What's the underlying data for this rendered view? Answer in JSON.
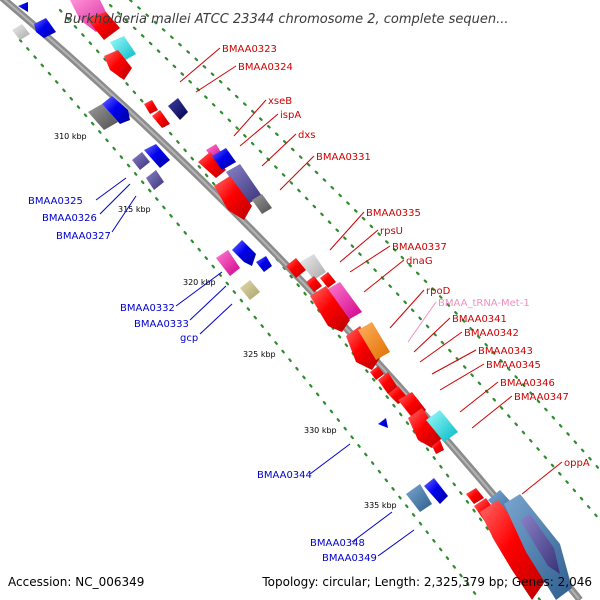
{
  "title": "Burkholderia mallei ATCC 23344 chromosome 2, complete sequen...",
  "footer": {
    "accession": "Accession: NC_006349",
    "summary": "Topology: circular; Length: 2,325,379 bp; Genes: 2,046"
  },
  "colors": {
    "forward_label": "#d00000",
    "reverse_label": "#0000cc",
    "trna_label": "#f090c0",
    "backbone": "#8c8c8c",
    "grid_dots": "#2e8b2e",
    "cds": "#ff0000",
    "other": "#0000ee"
  },
  "ticks": [
    "310 kbp",
    "315 kbp",
    "320 kbp",
    "325 kbp",
    "330 kbp",
    "335 kbp"
  ],
  "labels": {
    "BMAA0323": "BMAA0323",
    "BMAA0324": "BMAA0324",
    "xseB": "xseB",
    "ispA": "ispA",
    "dxs": "dxs",
    "BMAA0331": "BMAA0331",
    "BMAA0325": "BMAA0325",
    "BMAA0326": "BMAA0326",
    "BMAA0327": "BMAA0327",
    "BMAA0335": "BMAA0335",
    "rpsU": "rpsU",
    "BMAA0337": "BMAA0337",
    "dnaG": "dnaG",
    "rpoD": "rpoD",
    "tRNA": "BMAA_tRNA-Met-1",
    "BMAA0341": "BMAA0341",
    "BMAA0342": "BMAA0342",
    "BMAA0343": "BMAA0343",
    "BMAA0345": "BMAA0345",
    "BMAA0346": "BMAA0346",
    "BMAA0347": "BMAA0347",
    "BMAA0332": "BMAA0332",
    "BMAA0333": "BMAA0333",
    "gcp": "gcp",
    "BMAA0344": "BMAA0344",
    "oppA": "oppA",
    "BMAA0348": "BMAA0348",
    "BMAA0349": "BMAA0349"
  }
}
